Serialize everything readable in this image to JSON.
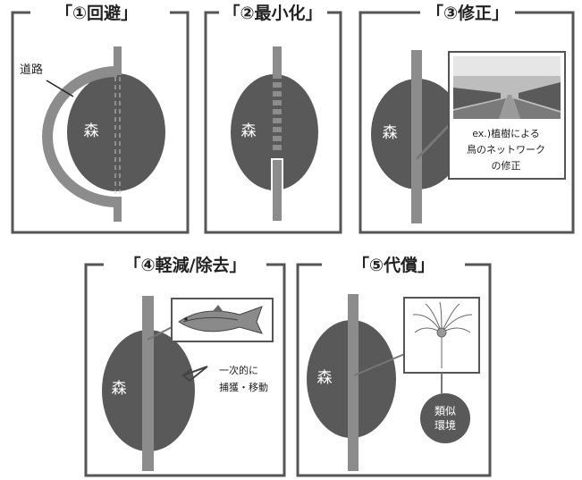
{
  "panels": [
    {
      "title": "「①回避」",
      "forest": "森",
      "road_label": "道路"
    },
    {
      "title": "「②最小化」",
      "forest": "森"
    },
    {
      "title": "「③修正」",
      "forest": "森",
      "caption_lines": [
        "ex.)植樹による",
        "鳥のネットワーク",
        "の修正"
      ]
    },
    {
      "title": "「④軽減/除去」",
      "forest": "森",
      "caption_lines": [
        "一次的に",
        "捕獲・移動"
      ]
    },
    {
      "title": "「⑤代償」",
      "forest": "森",
      "circle_lines": [
        "類似",
        "環境"
      ]
    }
  ],
  "colors": {
    "forest": "#595959",
    "road": "#8c8c8c",
    "frame": "#555555"
  }
}
